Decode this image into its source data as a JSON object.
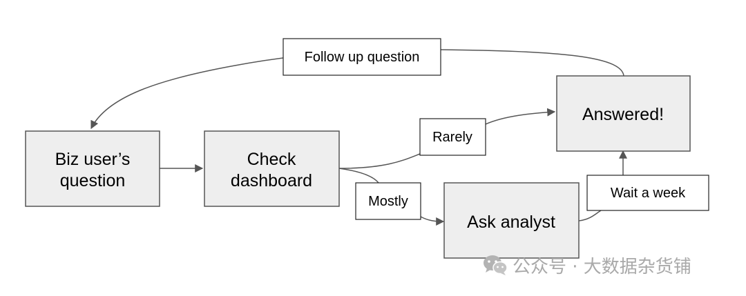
{
  "diagram": {
    "nodes": {
      "biz_question": {
        "lines": [
          "Biz user’s",
          "question"
        ]
      },
      "check_dashboard": {
        "lines": [
          "Check",
          "dashboard"
        ]
      },
      "ask_analyst": {
        "lines": [
          "Ask analyst"
        ]
      },
      "answered": {
        "lines": [
          "Answered!"
        ]
      }
    },
    "edge_labels": {
      "follow_up": "Follow up question",
      "rarely": "Rarely",
      "mostly": "Mostly",
      "wait_week": "Wait a week"
    },
    "colors": {
      "node_fill": "#eeeeee",
      "node_border": "#555555",
      "label_fill": "#ffffff",
      "label_border": "#222222",
      "edge": "#555555"
    }
  },
  "watermark": {
    "icon": "wechat-icon",
    "text": "公众号 · 大数据杂货铺"
  }
}
